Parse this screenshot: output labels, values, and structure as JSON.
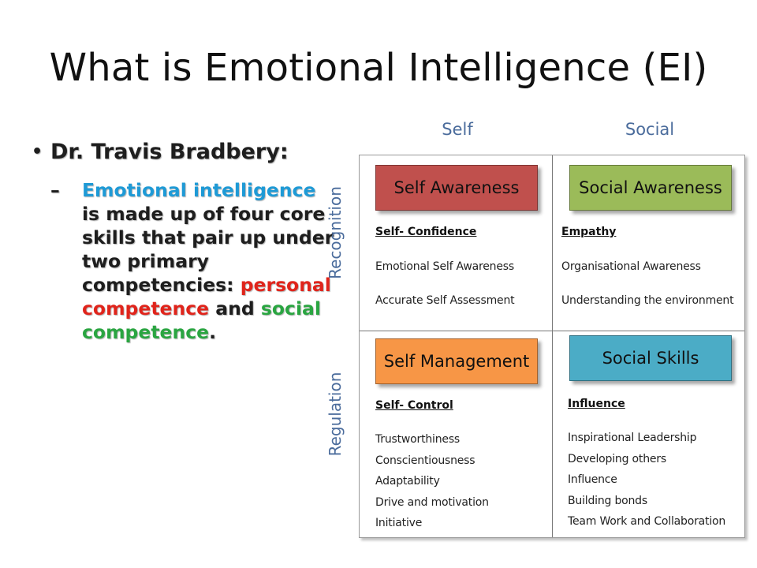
{
  "slide": {
    "title": "What is Emotional Intelligence (EI)"
  },
  "left_text": {
    "bullet_label": "Dr. Travis Bradbery:",
    "sub_parts": {
      "p1": "Emotional intelligence",
      "p2": " is made up of four core skills that pair up under two primary competencies: ",
      "p3": "personal competence",
      "p4": " and ",
      "p5": "social competence",
      "p6": "."
    },
    "colors": {
      "blue": "#1e9ad6",
      "red": "#e0241b",
      "green": "#2aa541"
    }
  },
  "matrix": {
    "columns": [
      "Self",
      "Social"
    ],
    "rows": [
      "Recognition",
      "Regulation"
    ],
    "quadrants": [
      {
        "title": "Self Awareness",
        "color": "#c0504d",
        "heading": "Self- Confidence",
        "items": [
          "Emotional Self Awareness",
          "Accurate Self Assessment"
        ]
      },
      {
        "title": "Social Awareness",
        "color": "#9bbb59",
        "heading": "Empathy",
        "items": [
          "Organisational Awareness",
          "Understanding the environment"
        ]
      },
      {
        "title": "Self Management",
        "color": "#f79646",
        "heading": "Self- Control",
        "items": [
          "Trustworthiness",
          "Conscientiousness",
          "Adaptability",
          "Drive and motivation",
          "Initiative"
        ]
      },
      {
        "title": "Social Skills",
        "color": "#4bacc6",
        "heading": "Influence",
        "items": [
          "Inspirational Leadership",
          "Developing others",
          "Influence",
          "Building bonds",
          "Team Work and Collaboration"
        ]
      }
    ]
  }
}
